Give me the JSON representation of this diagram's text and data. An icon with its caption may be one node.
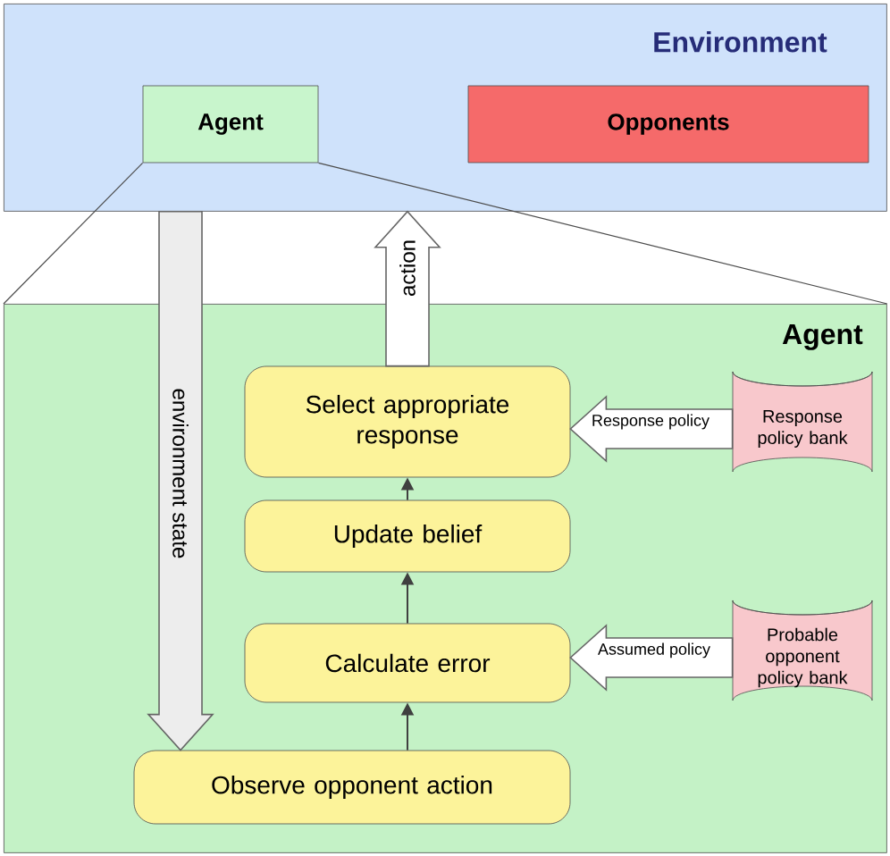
{
  "diagram": {
    "nodes": [
      {
        "text": [
          "Environment"
        ]
      },
      {
        "text": [
          "Agent"
        ],
        "in": 0
      },
      {
        "text": [
          "Opponents"
        ],
        "in": 0
      },
      {
        "text": [
          "Agent"
        ]
      },
      {
        "text": [
          "Select appropriate response"
        ],
        "in": 3
      },
      {
        "text": [
          "Response policy bank"
        ],
        "in": 3
      },
      {
        "text": [
          "Update belief"
        ],
        "in": 3
      },
      {
        "text": [
          "Calculate error"
        ],
        "in": 3
      },
      {
        "text": [
          "Probable opponent policy bank"
        ],
        "in": 3
      },
      {
        "text": [
          "Observe opponent action"
        ],
        "in": 3
      }
    ],
    "edges": [
      {
        "from": 1,
        "to": 3,
        "arrow": "none"
      },
      {
        "from": 1,
        "to": 3,
        "arrow": "none"
      },
      {
        "from": 0,
        "to": 9,
        "arrow": "to",
        "style": "thick",
        "label": "environment state"
      },
      {
        "from": 4,
        "to": 0,
        "arrow": "to",
        "style": "thick",
        "label": "action"
      },
      {
        "from": 5,
        "to": 4,
        "arrow": "to",
        "style": "thick",
        "label": "Response policy"
      },
      {
        "from": 8,
        "to": 7,
        "arrow": "to",
        "style": "thick",
        "label": "Assumed policy"
      },
      {
        "from": 9,
        "to": 7,
        "arrow": "to"
      },
      {
        "from": 7,
        "to": 6,
        "arrow": "to"
      },
      {
        "from": 6,
        "to": 4,
        "arrow": "to"
      }
    ]
  }
}
